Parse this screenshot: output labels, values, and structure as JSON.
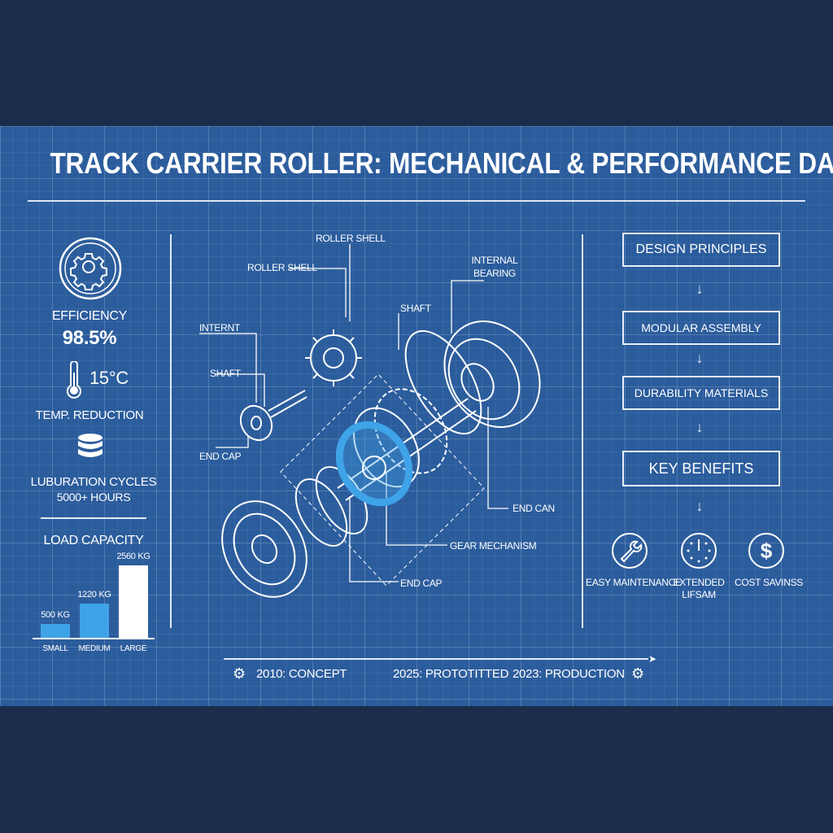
{
  "title": "Track Carrier Roller: Mechanical & Performance Data",
  "colors": {
    "background": "#1b2d4a",
    "blueprint": "#2b5c9c",
    "accent": "#3fa3e8",
    "line": "#e8eef8"
  },
  "metrics": {
    "efficiency": {
      "icon": "gear-icon",
      "label": "Efficiency",
      "value": "98.5%"
    },
    "temperature": {
      "icon": "thermometer-icon",
      "value": "15°C",
      "label": "Temp. Reduction"
    },
    "lubrication": {
      "icon": "database-stack-icon",
      "label": "Luburation Cycles",
      "value": "5000+ Hours"
    }
  },
  "load_capacity": {
    "title": "Load Capacity"
  },
  "chart_data": {
    "type": "bar",
    "title": "Load Capacity",
    "categories": [
      "Small",
      "Medium",
      "Large"
    ],
    "values": [
      500,
      1220,
      2560
    ],
    "data_labels": [
      "500 KG",
      "1220 KG",
      "2560 KG"
    ],
    "unit": "KG",
    "colors": [
      "#3fa3e8",
      "#3fa3e8",
      "#ffffff"
    ]
  },
  "diagram": {
    "labels": {
      "roller_shell_top": "Roller Shell",
      "roller_shell": "Roller Shell",
      "internal_bearing": "Internal Bearing",
      "shaft_top": "Shaft",
      "internt": "Internt",
      "shaft_left": "Shaft",
      "end_cap_left": "End Cap",
      "end_can": "End Can",
      "gear_mechanism": "Gear Mechanism",
      "end_cap_bottom": "End Cap"
    }
  },
  "right_panel": {
    "steps": [
      "Design Principles",
      "Modular Assembly",
      "Durability Materials",
      "Key Benefits"
    ],
    "benefits": [
      {
        "icon": "wrench-icon",
        "label": "Easy Maintenance"
      },
      {
        "icon": "clock-icon",
        "label": "Extended Lifsam"
      },
      {
        "icon": "dollar-icon",
        "label": "Cost Savinss"
      }
    ]
  },
  "timeline": {
    "events": [
      "2010: Concept",
      "2025: Prototitted",
      "2023: Production"
    ]
  }
}
